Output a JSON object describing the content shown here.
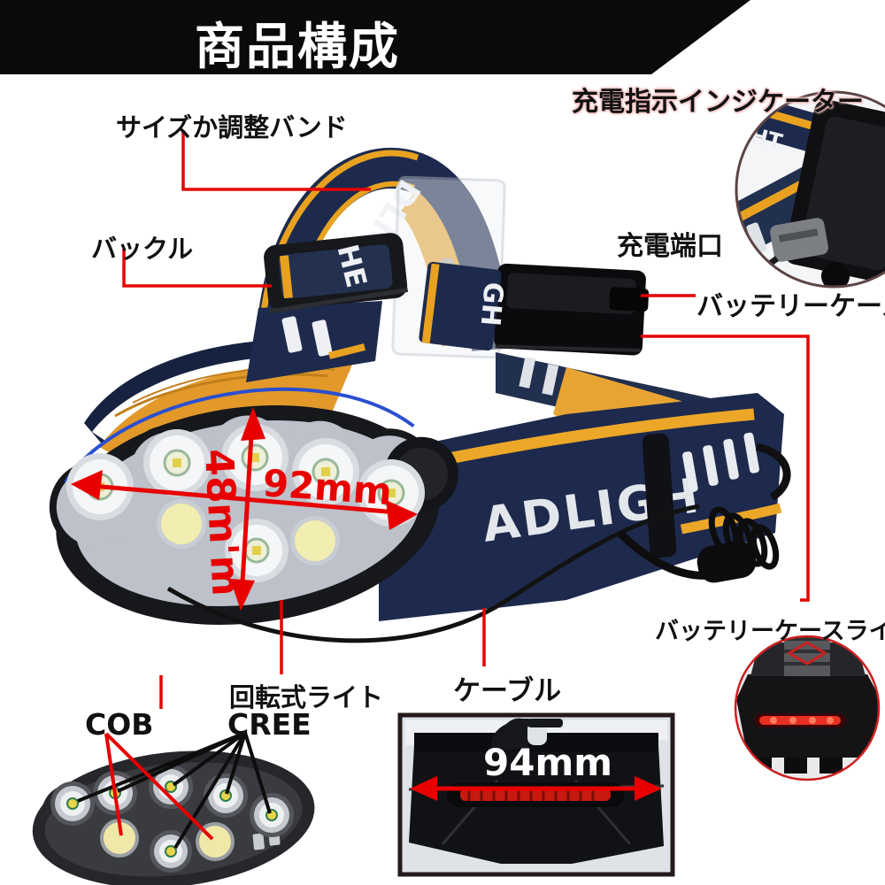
{
  "banner": {
    "title": "商品構成"
  },
  "callouts": {
    "charge_indicator": "充電指示インジケーター",
    "size_band": "サイズか調整バンド",
    "buckle": "バックル",
    "charge_port": "充電端口",
    "battery_case": "バッテリーケース",
    "battery_case_light": "バッテリーケースライト",
    "rotating_light": "回転式ライト",
    "cree": "CREE",
    "cob": "COB",
    "cable": "ケーブル"
  },
  "dimensions": {
    "lamp_width": "92mm",
    "lamp_height": "48m'm",
    "case_width": "94mm"
  },
  "photo_text": {
    "band_front": "ADLIGH",
    "strap_arch": "DLIGHT",
    "strap_buckle": "HE",
    "strap_right": "GH",
    "inset_strap": "HT"
  },
  "colors": {
    "accent_red": "#e60000",
    "banner_black": "#0a0a0a",
    "strap_navy": "#1d2a4d",
    "strap_yellow": "#e8a220",
    "led_cob_yellow": "#f0e8a6"
  }
}
